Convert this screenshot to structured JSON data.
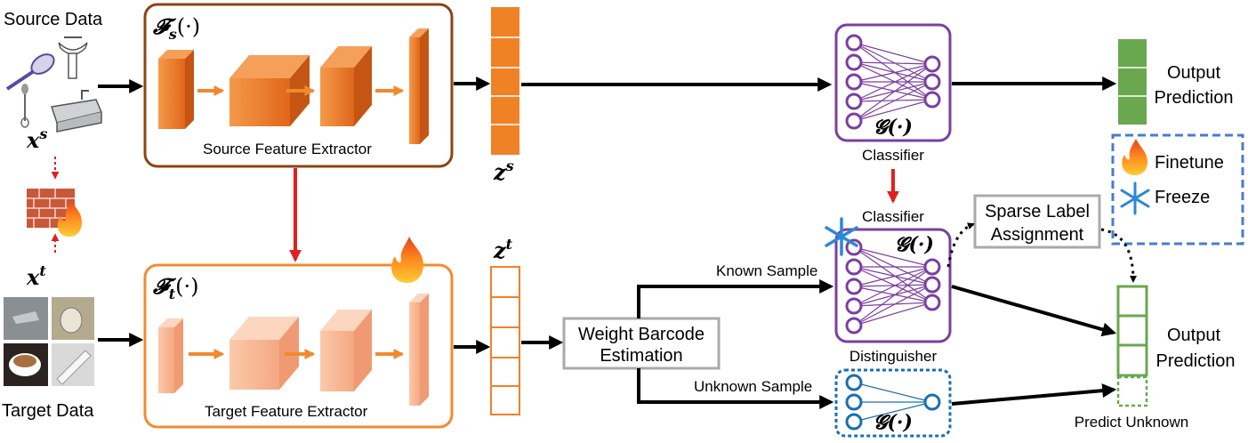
{
  "labels": {
    "source_data": "Source Data",
    "target_data": "Target Data",
    "x_s": "x",
    "x_s_sup": "s",
    "x_t": "x",
    "x_t_sup": "t",
    "fs": "𝓕",
    "fs_sub": "s",
    "fs_arg": "(·)",
    "ft": "𝓕",
    "ft_sub": "t",
    "ft_arg": "(·)",
    "source_feature_extractor": "Source Feature Extractor",
    "target_feature_extractor": "Target Feature Extractor",
    "z_s": "z",
    "z_s_sup": "s",
    "z_t": "z",
    "z_t_sup": "t",
    "g": "𝓖(·)",
    "classifier_top": "Classifier",
    "classifier_mid": "Classifier",
    "distinguisher": "Distinguisher",
    "known_sample": "Known Sample",
    "unknown_sample": "Unknown Sample",
    "weight_barcode_1": "Weight Barcode",
    "weight_barcode_2": "Estimation",
    "sparse_label_1": "Sparse Label",
    "sparse_label_2": "Assignment",
    "output_prediction_top_1": "Output",
    "output_prediction_top_2": "Prediction",
    "output_prediction_bottom_1": "Output",
    "output_prediction_bottom_2": "Prediction",
    "predict_unknown": "Predict Unknown",
    "legend_finetune": "Finetune",
    "legend_freeze": "Freeze"
  },
  "colors": {
    "source_box": "#8b4513",
    "target_box": "#f28b30",
    "source_block": "#e8741c",
    "target_block": "#f7b28a",
    "classifier": "#7b3fa0",
    "unknown_net": "#1a6fb0",
    "output_green": "#6aa84f",
    "legend_border": "#4a7bd0",
    "red_arrow": "#e02020"
  }
}
